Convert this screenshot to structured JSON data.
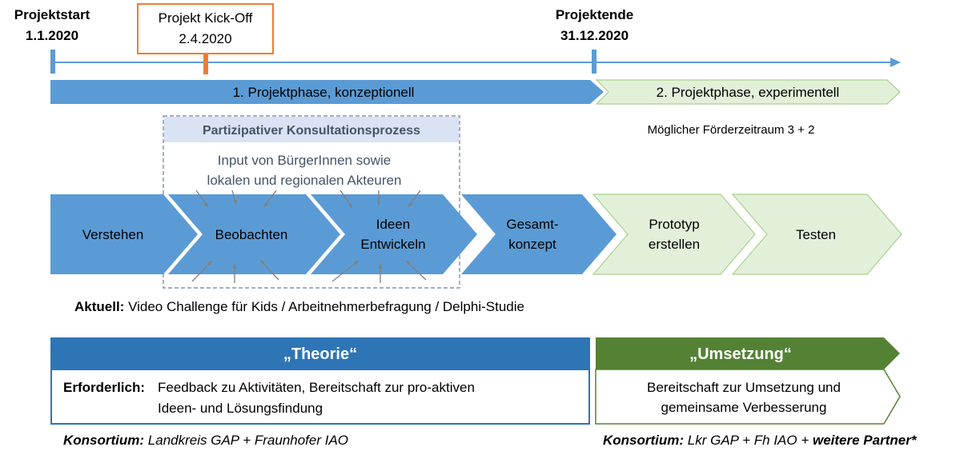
{
  "milestones": {
    "start": {
      "title": "Projektstart",
      "date": "1.1.2020"
    },
    "kickoff": {
      "title": "Projekt Kick-Off",
      "date": "2.4.2020"
    },
    "end": {
      "title": "Projektende",
      "date": "31.12.2020"
    }
  },
  "phases": {
    "phase1": "1. Projektphase, konzeptionell",
    "phase2": "2. Projektphase, experimentell",
    "funding_note": "Möglicher Förderzeitraum 3 + 2"
  },
  "consultation": {
    "title": "Partizipativer Konsultationsprozess",
    "input_line1": "Input von BürgerInnen sowie",
    "input_line2": "lokalen und regionalen Akteuren"
  },
  "steps": [
    {
      "line1": "Verstehen",
      "line2": ""
    },
    {
      "line1": "Beobachten",
      "line2": ""
    },
    {
      "line1": "Ideen",
      "line2": "Entwickeln"
    },
    {
      "line1": "Gesamt-",
      "line2": "konzept"
    },
    {
      "line1": "Prototyp",
      "line2": "erstellen"
    },
    {
      "line1": "Testen",
      "line2": ""
    }
  ],
  "current": {
    "label": "Aktuell:",
    "text": "Video Challenge für Kids / Arbeitnehmerbefragung / Delphi-Studie"
  },
  "theory": {
    "header": "„Theorie“",
    "required_label": "Erforderlich:",
    "required_line1": "Feedback zu Aktivitäten, Bereitschaft zur pro-aktiven",
    "required_line2": "Ideen- und Lösungsfindung",
    "consortium_label": "Konsortium:",
    "consortium_text": "Landkreis GAP + Fraunhofer IAO"
  },
  "implementation": {
    "header": "„Umsetzung“",
    "line1": "Bereitschaft zur Umsetzung und",
    "line2": "gemeinsame Verbesserung",
    "consortium_label": "Konsortium:",
    "consortium_text": "Lkr GAP + Fh IAO +",
    "consortium_bold": "weitere Partner*"
  },
  "colors": {
    "blue": "#5b9bd5",
    "blue_dark": "#2e75b6",
    "green_light": "#e2f0d9",
    "green_border": "#a9d18e",
    "green_dark": "#548235",
    "orange": "#ed7d31",
    "dashed": "#8497b0"
  }
}
